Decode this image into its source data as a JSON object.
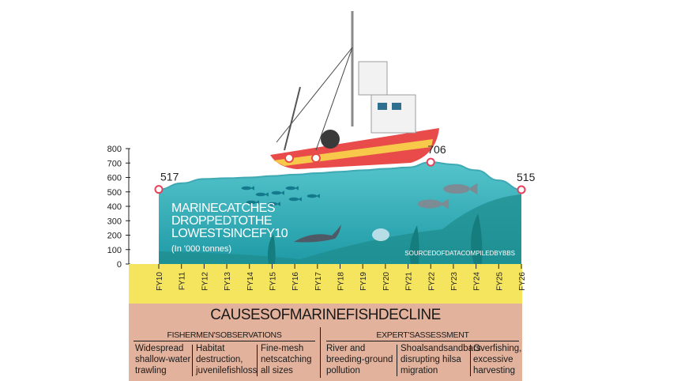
{
  "chart_data": {
    "type": "area",
    "title_lines": [
      "MARINECATCHES",
      "DROPPEDTOTHE",
      "LOWESTSINCEFY10"
    ],
    "subtitle": "(In '000 tonnes)",
    "source": "SOURCEDOFDATACOMPILEDBYBBS",
    "ylim": [
      0,
      800
    ],
    "yticks": [
      0,
      100,
      200,
      300,
      400,
      500,
      600,
      700,
      800
    ],
    "x": [
      "FY10",
      "FY11",
      "FY12",
      "FY13",
      "FY14",
      "FY15",
      "FY16",
      "FY17",
      "FY18",
      "FY19",
      "FY20",
      "FY21",
      "FY22",
      "FY23",
      "FY24",
      "FY25",
      "FY26"
    ],
    "values": [
      517,
      560,
      590,
      595,
      600,
      610,
      620,
      630,
      640,
      650,
      660,
      670,
      706,
      690,
      650,
      580,
      515
    ],
    "labeled_points": [
      {
        "x": "FY10",
        "value": 517,
        "label": "517"
      },
      {
        "x": "FY22",
        "value": 706,
        "label": "706"
      },
      {
        "x": "FY26",
        "value": 515,
        "label": "515"
      }
    ],
    "colors": {
      "sea": "#35b3bc",
      "sea_light": "#5fc7cd",
      "band": "#f4e45e",
      "marker": "#e8405a"
    }
  },
  "causes": {
    "title": "CAUSESOFMARINEFISHDECLINE",
    "fishermen_header": "FISHERMEN'SOBSERVATIONS",
    "expert_header": "EXPERT'SASSESSMENT",
    "fishermen": [
      [
        "Widespread",
        "shallow-water",
        "trawling"
      ],
      [
        "Habitat",
        "destruction,",
        "juvenilefishloss"
      ],
      [
        "Fine-mesh",
        "netscatching",
        "all sizes"
      ]
    ],
    "expert": [
      [
        "River and",
        "breeding-ground",
        "pollution"
      ],
      [
        "Shoalsandsandbars",
        "disrupting hilsa",
        "migration"
      ],
      [
        "Overfishing,",
        "excessive",
        "harvesting"
      ]
    ]
  }
}
